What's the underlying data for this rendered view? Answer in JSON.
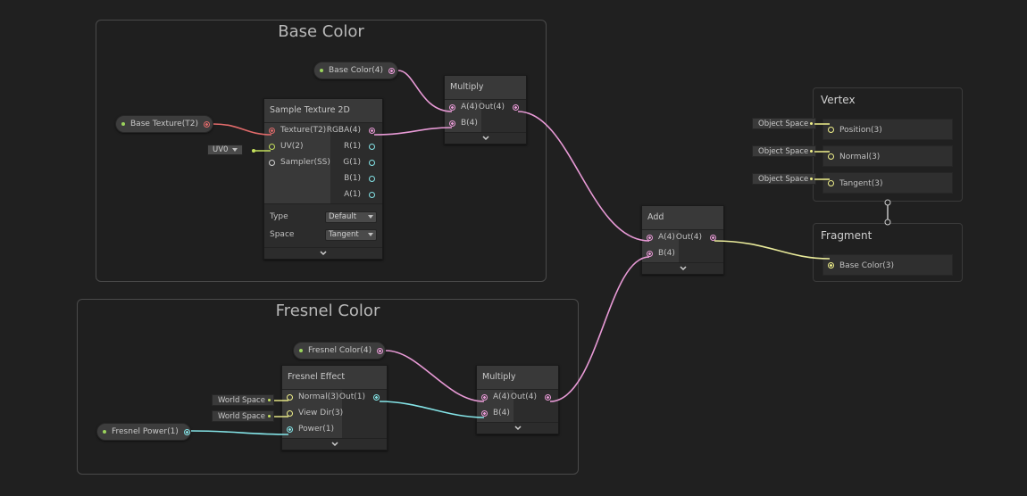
{
  "groups": {
    "base_color": {
      "title": "Base Color"
    },
    "fresnel_color": {
      "title": "Fresnel Color"
    }
  },
  "properties": {
    "base_color": "Base Color(4)",
    "base_texture": "Base Texture(T2)",
    "fresnel_color": "Fresnel Color(4)",
    "fresnel_power": "Fresnel Power(1)"
  },
  "sample_texture": {
    "title": "Sample Texture 2D",
    "inputs": [
      "Texture(T2)",
      "UV(2)",
      "Sampler(SS)"
    ],
    "outputs": [
      "RGBA(4)",
      "R(1)",
      "G(1)",
      "B(1)",
      "A(1)"
    ],
    "uv_field": "UV0",
    "type_label": "Type",
    "type_value": "Default",
    "space_label": "Space",
    "space_value": "Tangent"
  },
  "multiply_top": {
    "title": "Multiply",
    "inputs": [
      "A(4)",
      "B(4)"
    ],
    "output": "Out(4)"
  },
  "multiply_bottom": {
    "title": "Multiply",
    "inputs": [
      "A(4)",
      "B(4)"
    ],
    "output": "Out(4)"
  },
  "add": {
    "title": "Add",
    "inputs": [
      "A(4)",
      "B(4)"
    ],
    "output": "Out(4)"
  },
  "fresnel": {
    "title": "Fresnel Effect",
    "inputs": [
      "Normal(3)",
      "View Dir(3)",
      "Power(1)"
    ],
    "output": "Out(1)",
    "normal_field": "World Space",
    "viewdir_field": "World Space"
  },
  "vertex": {
    "title": "Vertex",
    "rows": [
      "Position(3)",
      "Normal(3)",
      "Tangent(3)"
    ],
    "fields": [
      "Object Space",
      "Object Space",
      "Object Space"
    ]
  },
  "fragment": {
    "title": "Fragment",
    "rows": [
      "Base Color(3)"
    ]
  },
  "colors": {
    "vector4": "#e89ad6",
    "texture": "#e06a6a",
    "vector2": "#c4e05c",
    "vector1": "#84e4e7",
    "vector3": "#f0f08a"
  }
}
